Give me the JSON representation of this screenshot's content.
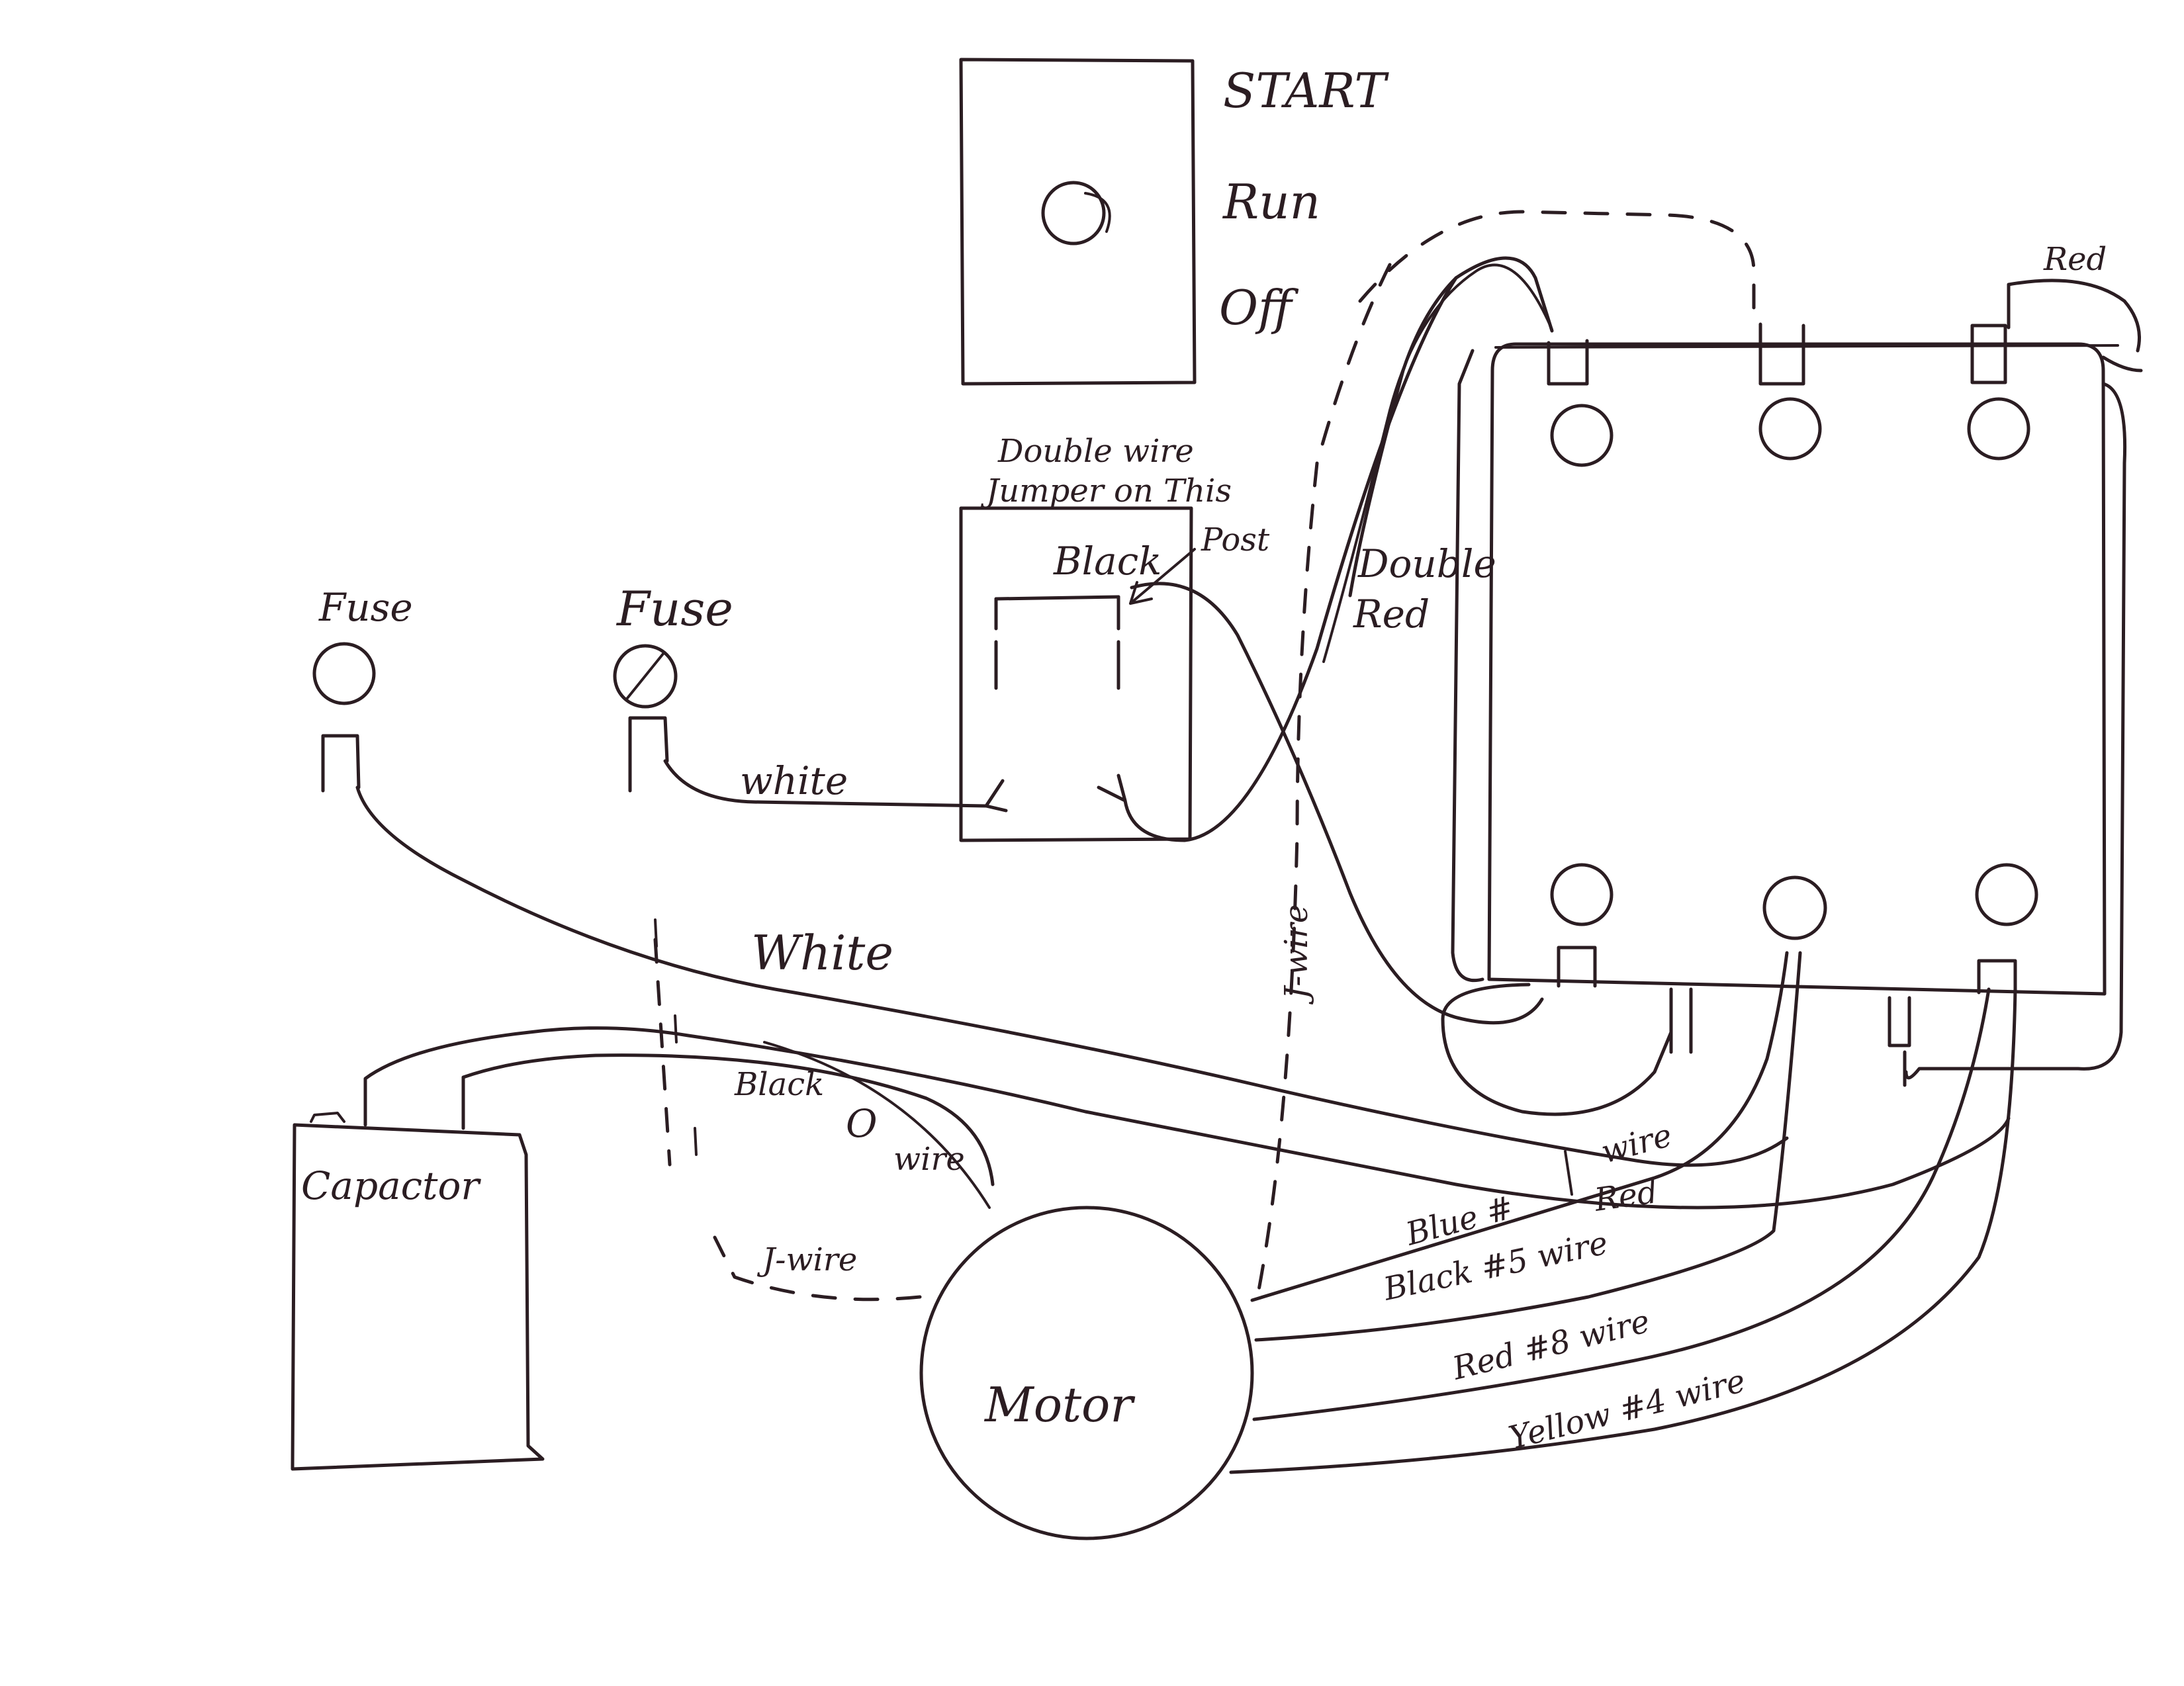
{
  "switch_labels": {
    "start": "START",
    "run": "Run",
    "off": "Off"
  },
  "jumper_note": {
    "line1": "Double wire",
    "line2": "Jumper on This",
    "line3": "Post"
  },
  "relay_label": "Black",
  "fuse_labels": {
    "left": "Fuse",
    "right": "Fuse"
  },
  "wire_labels": {
    "white_top": "white",
    "double_red_1": "Double",
    "double_red_2": "Red",
    "j_wire_vertical": "J-wire",
    "white_main": "White",
    "black_o": "Black",
    "black_o_mark": "O",
    "black_o_wire": "wire",
    "j_wire_bottom": "J-wire",
    "top_red": "Red",
    "blue_3": "Blue #",
    "blue_3_wire": "wire",
    "red_mid": "Red",
    "black_5": "Black #5 wire",
    "red_8": "Red #8 wire",
    "yellow_4": "Yellow #4 wire"
  },
  "capacitor_label": "Capactor",
  "motor_label": "Motor"
}
